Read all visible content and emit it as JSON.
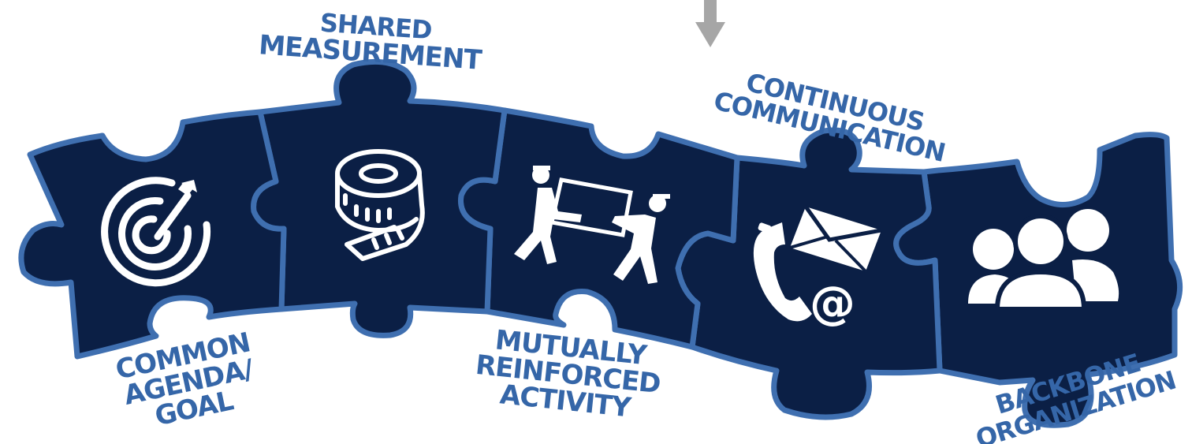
{
  "colors": {
    "piece_fill": "#0b1f45",
    "piece_border": "#3f6fb0",
    "label": "#3566a8",
    "icon": "#ffffff",
    "arrow": "#a6a6a6"
  },
  "pieces": [
    {
      "icon": "target-with-arrow",
      "label_lines": [
        "COMMON",
        "AGENDA/",
        "GOAL"
      ]
    },
    {
      "icon": "measuring-tape",
      "label_lines": [
        "SHARED",
        "MEASUREMENT"
      ]
    },
    {
      "icon": "two-people-carrying-box",
      "label_lines": [
        "MUTUALLY",
        "REINFORCED",
        "ACTIVITY"
      ]
    },
    {
      "icon": "phone-envelope-at-sign",
      "label_lines": [
        "CONTINUOUS",
        "COMMUNICATION"
      ]
    },
    {
      "icon": "group-of-people",
      "label_lines": [
        "BACKBONE",
        "ORGANIZATION"
      ]
    }
  ]
}
